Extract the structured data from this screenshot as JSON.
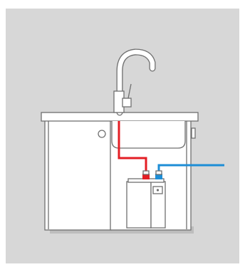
{
  "diagram": {
    "type": "under-sink water heater installation",
    "colors": {
      "background_panel": "#d7d7d7",
      "cabinet_fill": "#ffffff",
      "line": "#6f6f6f",
      "hot_pipe": "#e31e24",
      "cold_pipe": "#1e8ed6",
      "heater_fill": "#ffffff",
      "shadow": "#bdbdbd"
    },
    "parts": {
      "faucet": "faucet",
      "countertop": "countertop",
      "sink_basin": "sink-basin",
      "cabinet": "cabinet",
      "cabinet_door": "cabinet-door",
      "heater": "water-heater",
      "hot_pipe": "hot-water-pipe",
      "cold_pipe": "cold-water-pipe"
    }
  }
}
